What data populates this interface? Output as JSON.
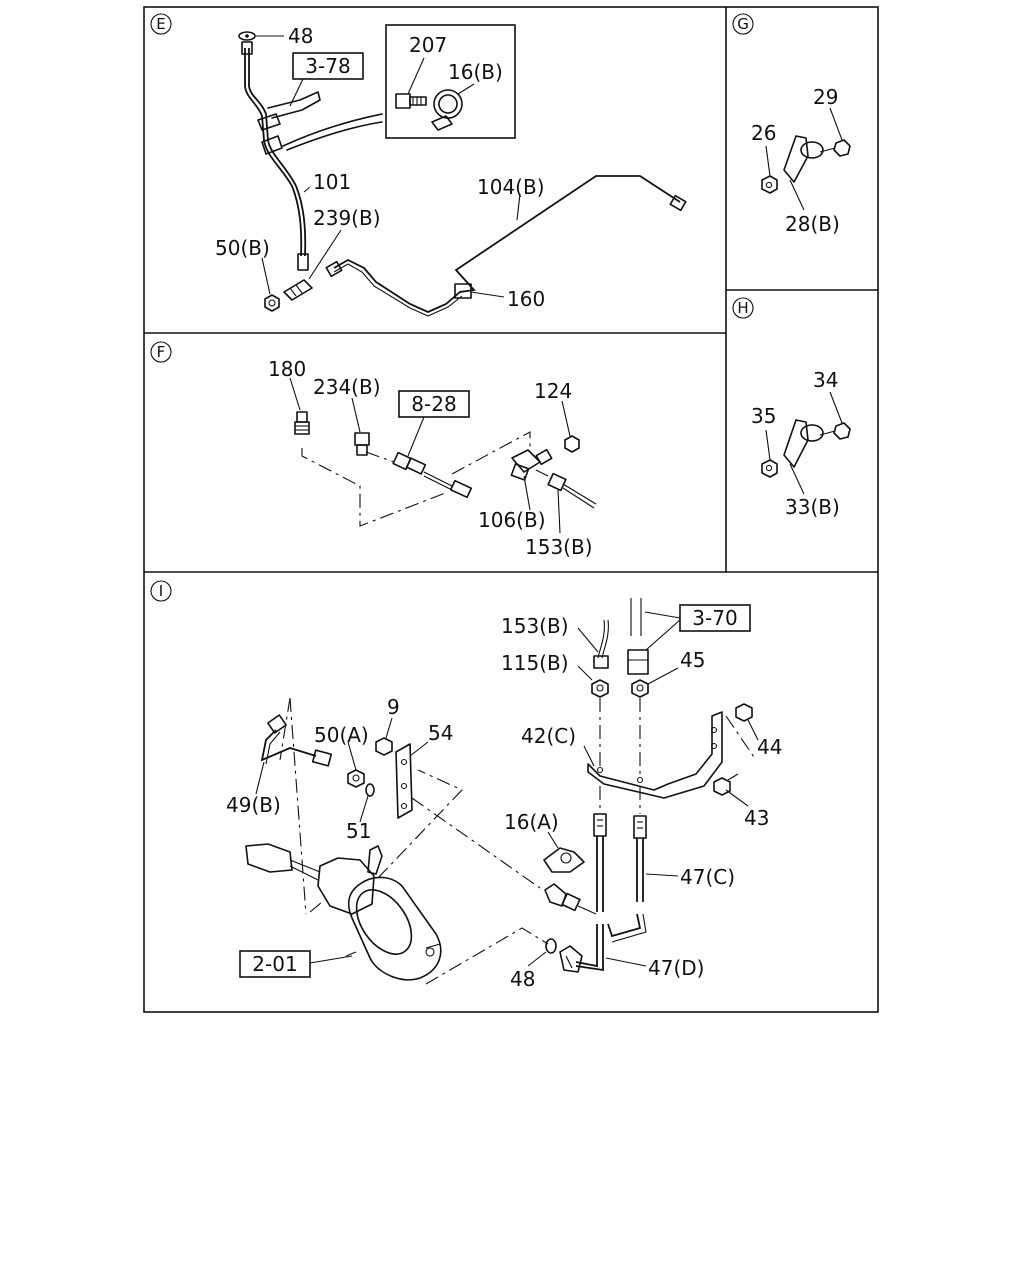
{
  "sections": {
    "E": {
      "marker": "E",
      "labels": {
        "p48": "48",
        "ref_378": "3-78",
        "p207": "207",
        "p16b": "16(B)",
        "p101": "101",
        "p104b": "104(B)",
        "p239b": "239(B)",
        "p50b": "50(B)",
        "p160": "160"
      }
    },
    "F": {
      "marker": "F",
      "labels": {
        "p180": "180",
        "p234b": "234(B)",
        "ref_828": "8-28",
        "p124": "124",
        "p106b": "106(B)",
        "p153b": "153(B)"
      }
    },
    "G": {
      "marker": "G",
      "labels": {
        "p29": "29",
        "p26": "26",
        "p28b": "28(B)"
      }
    },
    "H": {
      "marker": "H",
      "labels": {
        "p34": "34",
        "p35": "35",
        "p33b": "33(B)"
      }
    },
    "I": {
      "marker": "I",
      "labels": {
        "p153b": "153(B)",
        "ref_370": "3-70",
        "p115b": "115(B)",
        "p45": "45",
        "p42c": "42(C)",
        "p44": "44",
        "p43": "43",
        "p9": "9",
        "p50a": "50(A)",
        "p54": "54",
        "p49b": "49(B)",
        "p51": "51",
        "p16a": "16(A)",
        "p47c": "47(C)",
        "ref_201": "2-01",
        "p48": "48",
        "p47d": "47(D)"
      }
    }
  }
}
